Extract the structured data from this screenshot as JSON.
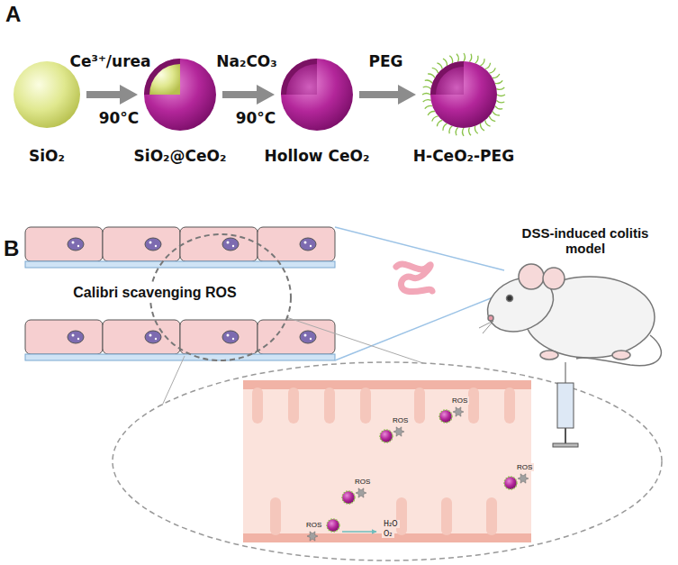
{
  "diagram": {
    "nodes": [
      {
        "text": [
          "SiO₂"
        ]
      },
      {
        "text": [
          "SiO₂@CeO₂"
        ]
      },
      {
        "text": [
          "Hollow CeO₂"
        ]
      },
      {
        "text": [
          "H-CeO₂-PEG"
        ]
      }
    ],
    "edges": [
      {
        "from": 0,
        "to": 1,
        "arrow": "to",
        "label": "Ce³⁺/urea"
      },
      {
        "from": 1,
        "to": 2,
        "arrow": "to",
        "label": "Na₂CO₃"
      },
      {
        "from": 2,
        "to": 3,
        "arrow": "to",
        "label": "PEG"
      }
    ],
    "labels": [
      "A",
      "90°C",
      "90°C",
      "B",
      "Calibri scavenging ROS",
      "DSS-induced colitis model",
      "ROS",
      "ROS",
      "ROS",
      "ROS",
      "ROS",
      "H₂O",
      "O₂"
    ]
  }
}
